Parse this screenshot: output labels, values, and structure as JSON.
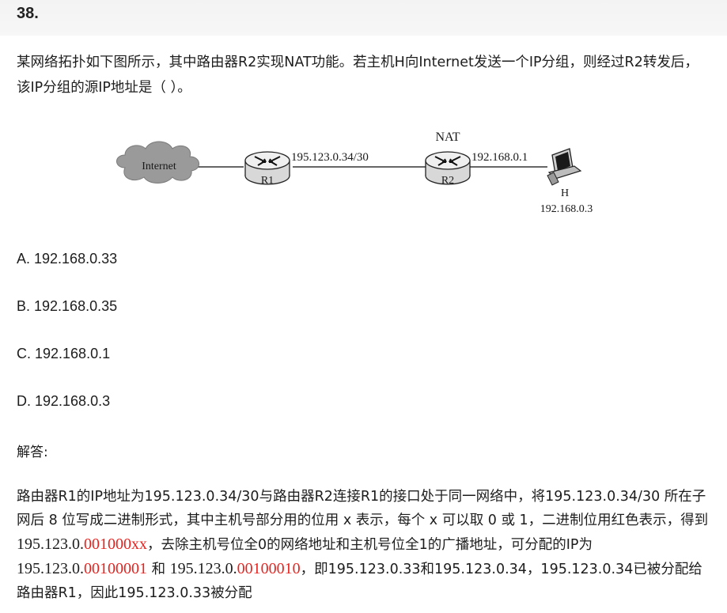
{
  "question_number": "38.",
  "question_text": "某网络拓扑如下图所示，其中路由器R2实现NAT功能。若主机H向Internet发送一个IP分组，则经过R2转发后，该IP分组的源IP地址是（ ）。",
  "diagram": {
    "cloud_label": "Internet",
    "r1_label": "R1",
    "r1_ip": "195.123.0.34/30",
    "r2_label": "R2",
    "nat_label": "NAT",
    "r2_ip": "192.168.0.1",
    "host_label": "H",
    "host_ip": "192.168.0.3"
  },
  "options": [
    {
      "text": "A. 192.168.0.33"
    },
    {
      "text": "B. 192.168.0.35"
    },
    {
      "text": "C. 192.168.0.1"
    },
    {
      "text": "D. 192.168.0.3"
    }
  ],
  "answer_label": "解答:",
  "explanation": {
    "p1": "路由器R1的IP地址为195.123.0.34/30与路由器R2连接R1的接口处于同一网络中，将195.123.0.34/30 所在子网后 8 位写成二进制形式，其中主机号部分用的位用 x 表示，每个 x 可以取 0 或 1，二进制位用红色表示，得到 ",
    "addr1_prefix": "195.123.0.",
    "addr1_bits": "001000xx",
    "p2": "，去除主机号位全0的网络地址和主机号位全1的广播地址，可分配的IP为 ",
    "addr2_prefix": "195.123.0.",
    "addr2_bits": "00100001",
    "and_text": " 和 ",
    "addr3_prefix": "195.123.0.",
    "addr3_bits": "00100010",
    "p3": "，即195.123.0.33和195.123.0.34，195.123.0.34已被分配给路由器R1，因此195.123.0.33被分配"
  },
  "colors": {
    "highlight": "#e8231f",
    "text": "#1d1d1d",
    "header_bg": "#f3f3f3"
  }
}
